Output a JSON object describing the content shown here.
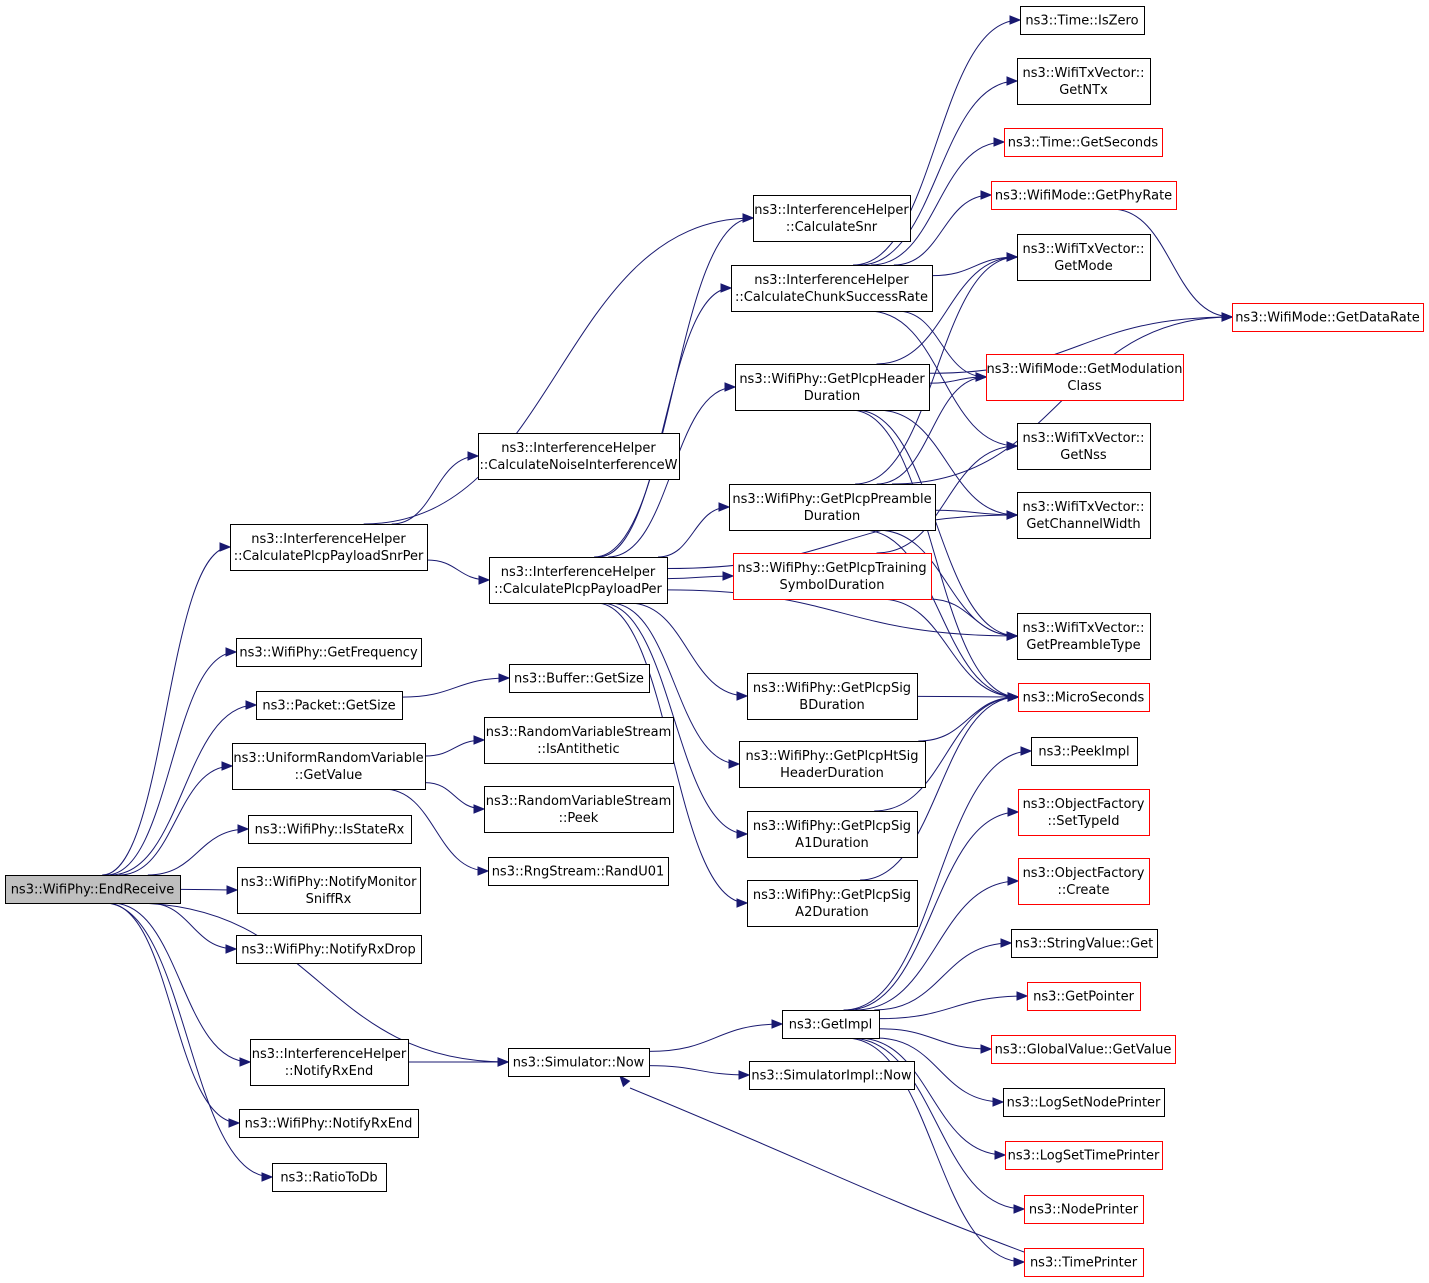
{
  "colors": {
    "edge": "#191970",
    "node_border_default": "#000000",
    "node_border_has_more": "#ff0000",
    "root_fill": "#bfbfbf",
    "node_fill": "#ffffff"
  },
  "nodes": [
    {
      "id": "endReceive",
      "lines": [
        "ns3::WifiPhy::EndReceive"
      ],
      "style": "root"
    },
    {
      "id": "calcPlcpPayloadSnrPer",
      "lines": [
        "ns3::InterferenceHelper",
        "::CalculatePlcpPayloadSnrPer"
      ],
      "style": "default"
    },
    {
      "id": "getFrequency",
      "lines": [
        "ns3::WifiPhy::GetFrequency"
      ],
      "style": "default"
    },
    {
      "id": "packetGetSize",
      "lines": [
        "ns3::Packet::GetSize"
      ],
      "style": "default"
    },
    {
      "id": "uniformGetValue",
      "lines": [
        "ns3::UniformRandomVariable",
        "::GetValue"
      ],
      "style": "default"
    },
    {
      "id": "isStateRx",
      "lines": [
        "ns3::WifiPhy::IsStateRx"
      ],
      "style": "default"
    },
    {
      "id": "notifyMonitorSniffRx",
      "lines": [
        "ns3::WifiPhy::NotifyMonitor",
        "SniffRx"
      ],
      "style": "default"
    },
    {
      "id": "notifyRxDrop",
      "lines": [
        "ns3::WifiPhy::NotifyRxDrop"
      ],
      "style": "default"
    },
    {
      "id": "ihNotifyRxEnd",
      "lines": [
        "ns3::InterferenceHelper",
        "::NotifyRxEnd"
      ],
      "style": "default"
    },
    {
      "id": "phyNotifyRxEnd",
      "lines": [
        "ns3::WifiPhy::NotifyRxEnd"
      ],
      "style": "default"
    },
    {
      "id": "ratioToDb",
      "lines": [
        "ns3::RatioToDb"
      ],
      "style": "default"
    },
    {
      "id": "calcNoiseInterferenceW",
      "lines": [
        "ns3::InterferenceHelper",
        "::CalculateNoiseInterferenceW"
      ],
      "style": "default"
    },
    {
      "id": "calcPlcpPayloadPer",
      "lines": [
        "ns3::InterferenceHelper",
        "::CalculatePlcpPayloadPer"
      ],
      "style": "default"
    },
    {
      "id": "bufferGetSize",
      "lines": [
        "ns3::Buffer::GetSize"
      ],
      "style": "default"
    },
    {
      "id": "isAntithetic",
      "lines": [
        "ns3::RandomVariableStream",
        "::IsAntithetic"
      ],
      "style": "default"
    },
    {
      "id": "peek",
      "lines": [
        "ns3::RandomVariableStream",
        "::Peek"
      ],
      "style": "default"
    },
    {
      "id": "randU01",
      "lines": [
        "ns3::RngStream::RandU01"
      ],
      "style": "default"
    },
    {
      "id": "simulatorNow",
      "lines": [
        "ns3::Simulator::Now"
      ],
      "style": "default"
    },
    {
      "id": "calcSnr",
      "lines": [
        "ns3::InterferenceHelper",
        "::CalculateSnr"
      ],
      "style": "default"
    },
    {
      "id": "calcChunkSuccessRate",
      "lines": [
        "ns3::InterferenceHelper",
        "::CalculateChunkSuccessRate"
      ],
      "style": "default"
    },
    {
      "id": "getPlcpHeaderDuration",
      "lines": [
        "ns3::WifiPhy::GetPlcpHeader",
        "Duration"
      ],
      "style": "default"
    },
    {
      "id": "getPlcpPreambleDuration",
      "lines": [
        "ns3::WifiPhy::GetPlcpPreamble",
        "Duration"
      ],
      "style": "default"
    },
    {
      "id": "getPlcpTrainingSymbolDuration",
      "lines": [
        "ns3::WifiPhy::GetPlcpTraining",
        "SymbolDuration"
      ],
      "style": "red"
    },
    {
      "id": "getPlcpSigBDuration",
      "lines": [
        "ns3::WifiPhy::GetPlcpSig",
        "BDuration"
      ],
      "style": "default"
    },
    {
      "id": "getPlcpHtSigHeaderDuration",
      "lines": [
        "ns3::WifiPhy::GetPlcpHtSig",
        "HeaderDuration"
      ],
      "style": "default"
    },
    {
      "id": "getPlcpSigA1Duration",
      "lines": [
        "ns3::WifiPhy::GetPlcpSig",
        "A1Duration"
      ],
      "style": "default"
    },
    {
      "id": "getPlcpSigA2Duration",
      "lines": [
        "ns3::WifiPhy::GetPlcpSig",
        "A2Duration"
      ],
      "style": "default"
    },
    {
      "id": "getImpl",
      "lines": [
        "ns3::GetImpl"
      ],
      "style": "default"
    },
    {
      "id": "simImplNow",
      "lines": [
        "ns3::SimulatorImpl::Now"
      ],
      "style": "default"
    },
    {
      "id": "timeIsZero",
      "lines": [
        "ns3::Time::IsZero"
      ],
      "style": "default"
    },
    {
      "id": "txGetNTx",
      "lines": [
        "ns3::WifiTxVector::",
        "GetNTx"
      ],
      "style": "default"
    },
    {
      "id": "timeGetSeconds",
      "lines": [
        "ns3::Time::GetSeconds"
      ],
      "style": "red"
    },
    {
      "id": "getPhyRate",
      "lines": [
        "ns3::WifiMode::GetPhyRate"
      ],
      "style": "red"
    },
    {
      "id": "txGetMode",
      "lines": [
        "ns3::WifiTxVector::",
        "GetMode"
      ],
      "style": "default"
    },
    {
      "id": "getDataRate",
      "lines": [
        "ns3::WifiMode::GetDataRate"
      ],
      "style": "red"
    },
    {
      "id": "getModulationClass",
      "lines": [
        "ns3::WifiMode::GetModulation",
        "Class"
      ],
      "style": "red"
    },
    {
      "id": "txGetNss",
      "lines": [
        "ns3::WifiTxVector::",
        "GetNss"
      ],
      "style": "default"
    },
    {
      "id": "txGetChannelWidth",
      "lines": [
        "ns3::WifiTxVector::",
        "GetChannelWidth"
      ],
      "style": "default"
    },
    {
      "id": "txGetPreambleType",
      "lines": [
        "ns3::WifiTxVector::",
        "GetPreambleType"
      ],
      "style": "default"
    },
    {
      "id": "microSeconds",
      "lines": [
        "ns3::MicroSeconds"
      ],
      "style": "red"
    },
    {
      "id": "peekImpl",
      "lines": [
        "ns3::PeekImpl"
      ],
      "style": "default"
    },
    {
      "id": "ofSetTypeId",
      "lines": [
        "ns3::ObjectFactory",
        "::SetTypeId"
      ],
      "style": "red"
    },
    {
      "id": "ofCreate",
      "lines": [
        "ns3::ObjectFactory",
        "::Create"
      ],
      "style": "red"
    },
    {
      "id": "stringValueGet",
      "lines": [
        "ns3::StringValue::Get"
      ],
      "style": "default"
    },
    {
      "id": "getPointer",
      "lines": [
        "ns3::GetPointer"
      ],
      "style": "red"
    },
    {
      "id": "globalValueGetValue",
      "lines": [
        "ns3::GlobalValue::GetValue"
      ],
      "style": "red"
    },
    {
      "id": "logSetNodePrinter",
      "lines": [
        "ns3::LogSetNodePrinter"
      ],
      "style": "default"
    },
    {
      "id": "logSetTimePrinter",
      "lines": [
        "ns3::LogSetTimePrinter"
      ],
      "style": "red"
    },
    {
      "id": "nodePrinter",
      "lines": [
        "ns3::NodePrinter"
      ],
      "style": "red"
    },
    {
      "id": "timePrinter",
      "lines": [
        "ns3::TimePrinter"
      ],
      "style": "red"
    }
  ],
  "edges": [
    [
      "endReceive",
      "calcPlcpPayloadSnrPer"
    ],
    [
      "endReceive",
      "getFrequency"
    ],
    [
      "endReceive",
      "packetGetSize"
    ],
    [
      "endReceive",
      "uniformGetValue"
    ],
    [
      "endReceive",
      "isStateRx"
    ],
    [
      "endReceive",
      "notifyMonitorSniffRx"
    ],
    [
      "endReceive",
      "notifyRxDrop"
    ],
    [
      "endReceive",
      "simulatorNow"
    ],
    [
      "endReceive",
      "ihNotifyRxEnd"
    ],
    [
      "endReceive",
      "phyNotifyRxEnd"
    ],
    [
      "endReceive",
      "ratioToDb"
    ],
    [
      "calcPlcpPayloadSnrPer",
      "calcNoiseInterferenceW"
    ],
    [
      "calcPlcpPayloadSnrPer",
      "calcSnr"
    ],
    [
      "calcPlcpPayloadSnrPer",
      "calcPlcpPayloadPer"
    ],
    [
      "packetGetSize",
      "bufferGetSize"
    ],
    [
      "uniformGetValue",
      "isAntithetic"
    ],
    [
      "uniformGetValue",
      "peek"
    ],
    [
      "uniformGetValue",
      "randU01"
    ],
    [
      "ihNotifyRxEnd",
      "simulatorNow"
    ],
    [
      "calcPlcpPayloadPer",
      "calcSnr"
    ],
    [
      "calcPlcpPayloadPer",
      "calcChunkSuccessRate"
    ],
    [
      "calcPlcpPayloadPer",
      "getPlcpHeaderDuration"
    ],
    [
      "calcPlcpPayloadPer",
      "getPlcpPreambleDuration"
    ],
    [
      "calcPlcpPayloadPer",
      "getPlcpTrainingSymbolDuration"
    ],
    [
      "calcPlcpPayloadPer",
      "getPlcpSigBDuration"
    ],
    [
      "calcPlcpPayloadPer",
      "getPlcpHtSigHeaderDuration"
    ],
    [
      "calcPlcpPayloadPer",
      "getPlcpSigA1Duration"
    ],
    [
      "calcPlcpPayloadPer",
      "getPlcpSigA2Duration"
    ],
    [
      "calcPlcpPayloadPer",
      "txGetPreambleType"
    ],
    [
      "calcPlcpPayloadPer",
      "txGetChannelWidth"
    ],
    [
      "simulatorNow",
      "getImpl"
    ],
    [
      "simulatorNow",
      "simImplNow"
    ],
    [
      "calcChunkSuccessRate",
      "timeIsZero"
    ],
    [
      "calcChunkSuccessRate",
      "txGetNTx"
    ],
    [
      "calcChunkSuccessRate",
      "timeGetSeconds"
    ],
    [
      "calcChunkSuccessRate",
      "getPhyRate"
    ],
    [
      "calcChunkSuccessRate",
      "txGetMode"
    ],
    [
      "calcChunkSuccessRate",
      "getModulationClass"
    ],
    [
      "calcChunkSuccessRate",
      "txGetNss"
    ],
    [
      "getPhyRate",
      "getDataRate"
    ],
    [
      "getPlcpHeaderDuration",
      "txGetMode"
    ],
    [
      "getPlcpHeaderDuration",
      "getDataRate"
    ],
    [
      "getPlcpHeaderDuration",
      "getModulationClass"
    ],
    [
      "getPlcpHeaderDuration",
      "txGetPreambleType"
    ],
    [
      "getPlcpHeaderDuration",
      "txGetChannelWidth"
    ],
    [
      "getPlcpHeaderDuration",
      "microSeconds"
    ],
    [
      "getPlcpPreambleDuration",
      "txGetMode"
    ],
    [
      "getPlcpPreambleDuration",
      "getModulationClass"
    ],
    [
      "getPlcpPreambleDuration",
      "txGetChannelWidth"
    ],
    [
      "getPlcpPreambleDuration",
      "txGetPreambleType"
    ],
    [
      "getPlcpPreambleDuration",
      "microSeconds"
    ],
    [
      "getPlcpPreambleDuration",
      "getDataRate"
    ],
    [
      "getPlcpTrainingSymbolDuration",
      "txGetNss"
    ],
    [
      "getPlcpTrainingSymbolDuration",
      "txGetPreambleType"
    ],
    [
      "getPlcpTrainingSymbolDuration",
      "microSeconds"
    ],
    [
      "getPlcpSigBDuration",
      "microSeconds"
    ],
    [
      "getPlcpHtSigHeaderDuration",
      "microSeconds"
    ],
    [
      "getPlcpSigA1Duration",
      "microSeconds"
    ],
    [
      "getPlcpSigA2Duration",
      "microSeconds"
    ],
    [
      "getImpl",
      "peekImpl"
    ],
    [
      "getImpl",
      "ofSetTypeId"
    ],
    [
      "getImpl",
      "ofCreate"
    ],
    [
      "getImpl",
      "stringValueGet"
    ],
    [
      "getImpl",
      "getPointer"
    ],
    [
      "getImpl",
      "globalValueGetValue"
    ],
    [
      "getImpl",
      "logSetNodePrinter"
    ],
    [
      "getImpl",
      "logSetTimePrinter"
    ],
    [
      "getImpl",
      "nodePrinter"
    ],
    [
      "getImpl",
      "timePrinter"
    ],
    [
      "timePrinter",
      "simulatorNow"
    ]
  ]
}
